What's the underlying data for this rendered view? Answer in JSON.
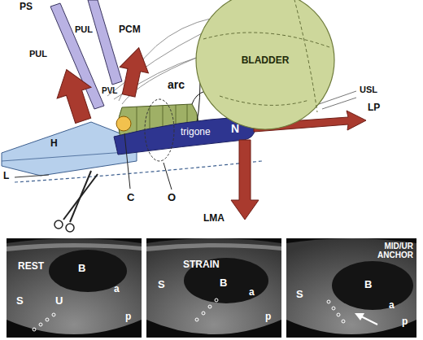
{
  "diagram": {
    "nodes": [
      {
        "text": [
          "BLADDER"
        ]
      },
      {
        "text": [
          "REST",
          "B",
          "S",
          "U",
          "a",
          "p"
        ]
      },
      {
        "text": [
          "STRAIN",
          "S",
          "B",
          "a",
          "p"
        ]
      },
      {
        "text": [
          "MID/UR ANCHOR",
          "B",
          "S",
          "a",
          "p"
        ]
      }
    ],
    "labels": [
      "PS",
      "PUL",
      "PUL",
      "PCM",
      "PVL",
      "arc",
      "USL",
      "LP",
      "LMA",
      "trigone",
      "N",
      "H",
      "L",
      "C",
      "O"
    ]
  }
}
